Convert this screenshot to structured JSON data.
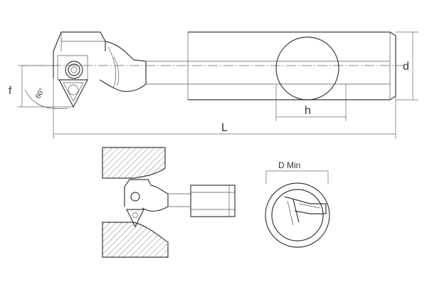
{
  "labels": {
    "dim_f": "f",
    "dim_d": "d",
    "dim_h": "h",
    "dim_L": "L",
    "dim_angle": "60°",
    "dim_dmin": "D Min"
  },
  "colors": {
    "line": "#3a3a3a",
    "background": "#ffffff"
  }
}
